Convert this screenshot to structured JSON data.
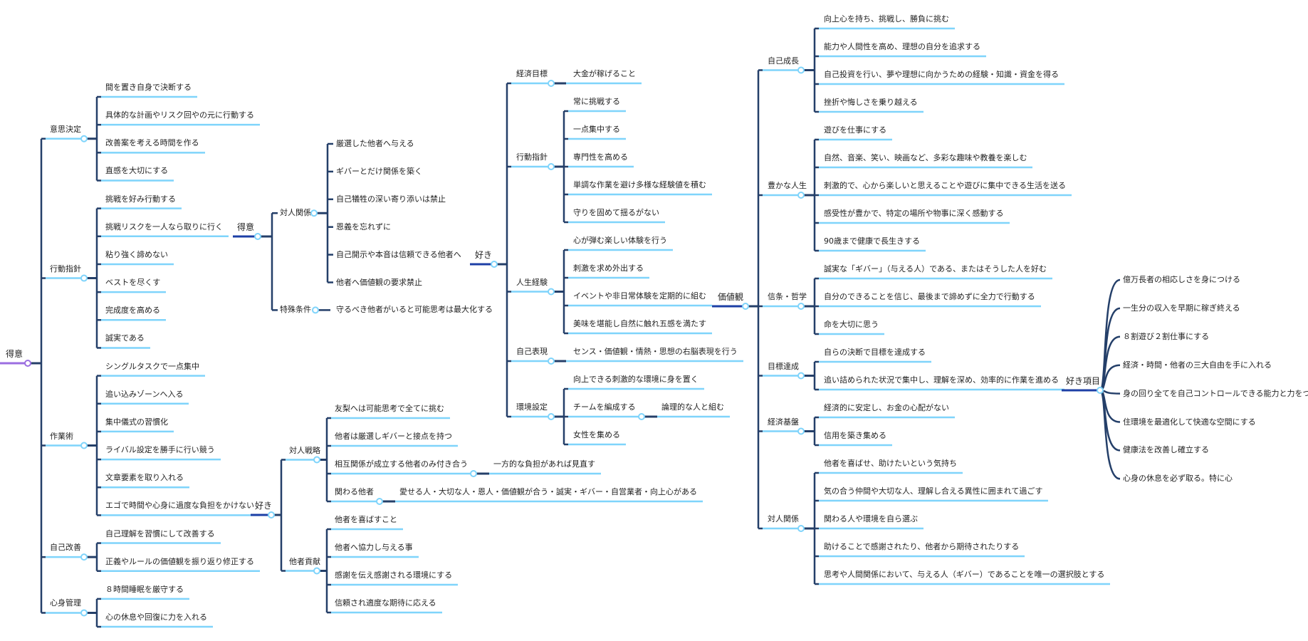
{
  "colors": {
    "trunk": "#243f69",
    "underline": "#7fd4fb",
    "ring": "#7fd4fb",
    "root_primary": "#9b6ee0",
    "root": "#1d3fa6"
  },
  "maps": [
    {
      "root": "得意",
      "branches": [
        {
          "label": "意思決定",
          "children": [
            {
              "label": "間を置き自身で決断する"
            },
            {
              "label": "具体的な計画やリスク回やの元に行動する"
            },
            {
              "label": "改善案を考える時間を作る"
            },
            {
              "label": "直感を大切にする"
            }
          ]
        },
        {
          "label": "行動指針",
          "children": [
            {
              "label": "挑戦を好み行動する"
            },
            {
              "label": "挑戦リスクを一人なら取りに行く"
            },
            {
              "label": "粘り強く諦めない"
            },
            {
              "label": "ベストを尽くす"
            },
            {
              "label": "完成度を高める"
            },
            {
              "label": "誠実である"
            }
          ]
        },
        {
          "label": "作業術",
          "children": [
            {
              "label": "シングルタスクで一点集中"
            },
            {
              "label": "追い込みゾーンへ入る"
            },
            {
              "label": "集中儀式の習慣化"
            },
            {
              "label": "ライバル設定を勝手に行い競う"
            },
            {
              "label": "文章要素を取り入れる"
            },
            {
              "label": "エゴで時間や心身に過度な負担をかけない"
            }
          ]
        },
        {
          "label": "自己改善",
          "children": [
            {
              "label": "自己理解を習慣にして改善する"
            },
            {
              "label": "正義やルールの価値観を振り返り修正する"
            }
          ]
        },
        {
          "label": "心身管理",
          "children": [
            {
              "label": "８時間睡眠を厳守する"
            },
            {
              "label": "心の休息や回復に力を入れる"
            }
          ]
        }
      ]
    },
    {
      "root": "得意",
      "branches": [
        {
          "label": "対人関係",
          "children": [
            {
              "label": "厳選した他者へ与える"
            },
            {
              "label": "ギバーとだけ関係を築く"
            },
            {
              "label": "自己犠牲の深い寄り添いは禁止"
            },
            {
              "label": "恩義を忘れずに"
            },
            {
              "label": "自己開示や本音は信頼できる他者へ"
            },
            {
              "label": "他者へ価値観の要求禁止"
            }
          ]
        },
        {
          "label": "特殊条件",
          "children": [
            {
              "label": "守るべき他者がいると可能思考は最大化する"
            }
          ]
        }
      ]
    },
    {
      "root": "好き",
      "branches": [
        {
          "label": "対人戦略",
          "children": [
            {
              "label": "友梨へは可能思考で全てに挑む"
            },
            {
              "label": "他者は厳選しギバーと接点を持つ"
            },
            {
              "label": "相互関係が成立する他者のみ付き合う",
              "sub": "一方的な負担があれば見直す"
            },
            {
              "label": "関わる他者",
              "sub": "愛せる人・大切な人・恩人・価値観が合う・誠実・ギバー・自営業者・向上心がある"
            }
          ]
        },
        {
          "label": "他者貢献",
          "children": [
            {
              "label": "他者を喜ばすこと"
            },
            {
              "label": "他者へ協力し与える事"
            },
            {
              "label": "感謝を伝え感謝される環境にする"
            },
            {
              "label": "信頼され適度な期待に応える"
            }
          ]
        }
      ]
    },
    {
      "root": "好き",
      "branches": [
        {
          "label": "経済目標",
          "children": [
            {
              "label": "大金が稼げること"
            }
          ]
        },
        {
          "label": "行動指針",
          "children": [
            {
              "label": "常に挑戦する"
            },
            {
              "label": "一点集中する"
            },
            {
              "label": "専門性を高める"
            },
            {
              "label": "単調な作業を避け多様な経験値を積む"
            },
            {
              "label": "守りを固めて揺るがない"
            }
          ]
        },
        {
          "label": "人生経験",
          "children": [
            {
              "label": "心が弾む楽しい体験を行う"
            },
            {
              "label": "刺激を求め外出する"
            },
            {
              "label": "イベントや非日常体験を定期的に組む"
            },
            {
              "label": "美味を堪能し自然に触れ五感を満たす"
            }
          ]
        },
        {
          "label": "自己表現",
          "children": [
            {
              "label": "センス・価値観・情熱・思想の右脳表現を行う"
            }
          ]
        },
        {
          "label": "環境設定",
          "children": [
            {
              "label": "向上できる刺激的な環境に身を置く"
            },
            {
              "label": "チームを編成する",
              "sub": "論理的な人と組む"
            },
            {
              "label": "女性を集める"
            }
          ]
        }
      ]
    },
    {
      "root": "価値観",
      "branches": [
        {
          "label": "自己成長",
          "children": [
            {
              "label": "向上心を持ち、挑戦し、勝負に挑む"
            },
            {
              "label": "能力や人間性を高め、理想の自分を追求する"
            },
            {
              "label": "自己投資を行い、夢や理想に向かうための経験・知識・資金を得る"
            },
            {
              "label": "挫折や悔しさを乗り越える"
            }
          ]
        },
        {
          "label": "豊かな人生",
          "children": [
            {
              "label": "遊びを仕事にする"
            },
            {
              "label": "自然、音楽、笑い、映画など、多彩な趣味や教養を楽しむ"
            },
            {
              "label": "刺激的で、心から楽しいと思えることや遊びに集中できる生活を送る"
            },
            {
              "label": "感受性が豊かで、特定の場所や物事に深く感動する"
            },
            {
              "label": "90歳まで健康で長生きする"
            }
          ]
        },
        {
          "label": "信条・哲学",
          "children": [
            {
              "label": "誠実な「ギバー」（与える人）である、またはそうした人を好む"
            },
            {
              "label": "自分のできることを信じ、最後まで諦めずに全力で行動する"
            },
            {
              "label": "命を大切に思う"
            }
          ]
        },
        {
          "label": "目標達成",
          "children": [
            {
              "label": "自らの決断で目標を達成する"
            },
            {
              "label": "追い詰められた状況で集中し、理解を深め、効率的に作業を進める"
            }
          ]
        },
        {
          "label": "経済基盤",
          "children": [
            {
              "label": "経済的に安定し、お金の心配がない"
            },
            {
              "label": "信用を築き集める"
            }
          ]
        },
        {
          "label": "対人関係",
          "children": [
            {
              "label": "他者を喜ばせ、助けたいという気持ち"
            },
            {
              "label": "気の合う仲間や大切な人、理解し合える異性に囲まれて過ごす"
            },
            {
              "label": "関わる人や環境を自ら選ぶ"
            },
            {
              "label": "助けることで感謝されたり、他者から期待されたりする"
            },
            {
              "label": "思考や人間関係において、与える人（ギバー）であることを唯一の選択肢とする"
            }
          ]
        }
      ]
    },
    {
      "root": "好き項目",
      "items": [
        "億万長者の相応しさを身につける",
        "一生分の収入を早期に稼ぎ終える",
        "８割遊び２割仕事にする",
        "経済・時間・他者の三大自由を手に入れる",
        "身の回り全てを自己コントロールできる能力と力をつける",
        "住環境を最適化して快適な空間にする",
        "健康法を改善し確立する",
        "心身の休息を必ず取る。特に心"
      ]
    }
  ]
}
